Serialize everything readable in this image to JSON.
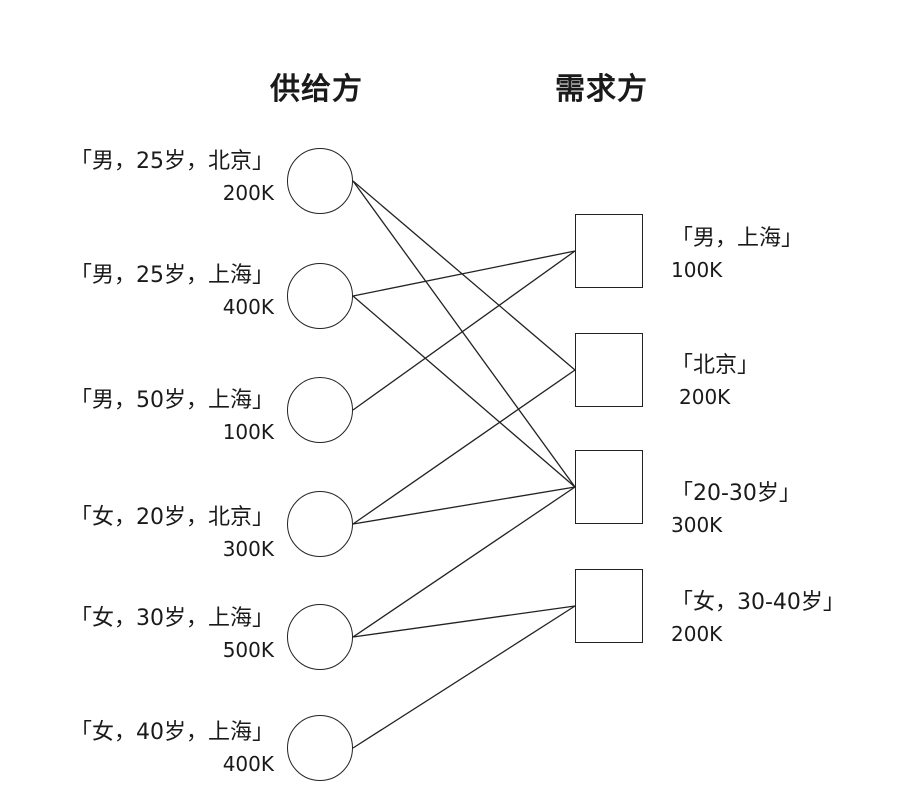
{
  "headings": {
    "supply": "供给方",
    "demand": "需求方"
  },
  "supply": [
    {
      "segment": "「男，25岁，北京」",
      "volume": "200K"
    },
    {
      "segment": "「男，25岁，上海」",
      "volume": "400K"
    },
    {
      "segment": "「男，50岁，上海」",
      "volume": "100K"
    },
    {
      "segment": "「女，20岁，北京」",
      "volume": "300K"
    },
    {
      "segment": "「女，30岁，上海」",
      "volume": "500K"
    },
    {
      "segment": "「女，40岁，上海」",
      "volume": "400K"
    }
  ],
  "demand": [
    {
      "segment": "「男，上海」",
      "volume": "100K"
    },
    {
      "segment": "「北京」",
      "volume": "200K"
    },
    {
      "segment": "「20-30岁」",
      "volume": "300K"
    },
    {
      "segment": "「女，30-40岁」",
      "volume": "200K"
    }
  ],
  "edges": [
    [
      0,
      1
    ],
    [
      0,
      2
    ],
    [
      1,
      0
    ],
    [
      1,
      2
    ],
    [
      2,
      0
    ],
    [
      3,
      1
    ],
    [
      3,
      2
    ],
    [
      4,
      2
    ],
    [
      4,
      3
    ],
    [
      5,
      3
    ]
  ],
  "colors": {
    "line": "#222222",
    "text": "#1a1a1a",
    "background": "#ffffff"
  }
}
